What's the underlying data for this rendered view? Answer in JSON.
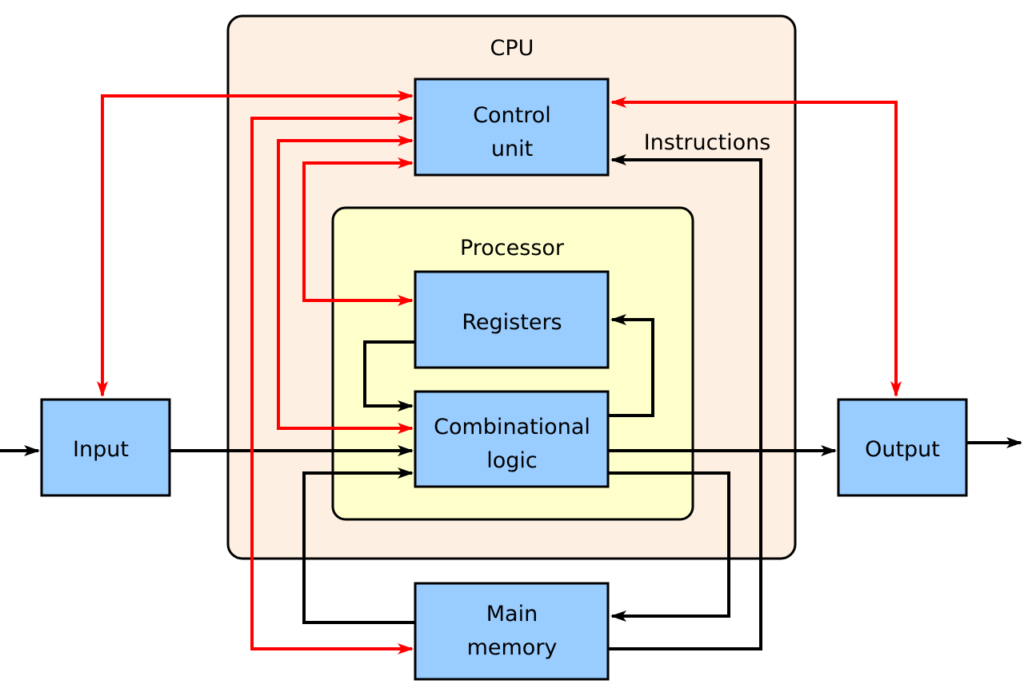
{
  "colors": {
    "cpu_fill": "#fdf0e3",
    "processor_fill": "#ffffcc",
    "block_fill": "#99ccff",
    "control_line": "#ff0000",
    "data_line": "#000000"
  },
  "cpu": {
    "label": "CPU"
  },
  "processor": {
    "label": "Processor"
  },
  "blocks": {
    "control_unit": [
      "Control",
      "unit"
    ],
    "registers": [
      "Registers"
    ],
    "combinational_logic": [
      "Combinational",
      "logic"
    ],
    "main_memory": [
      "Main",
      "memory"
    ],
    "input": [
      "Input"
    ],
    "output": [
      "Output"
    ]
  },
  "edge_labels": {
    "instructions": "Instructions"
  }
}
